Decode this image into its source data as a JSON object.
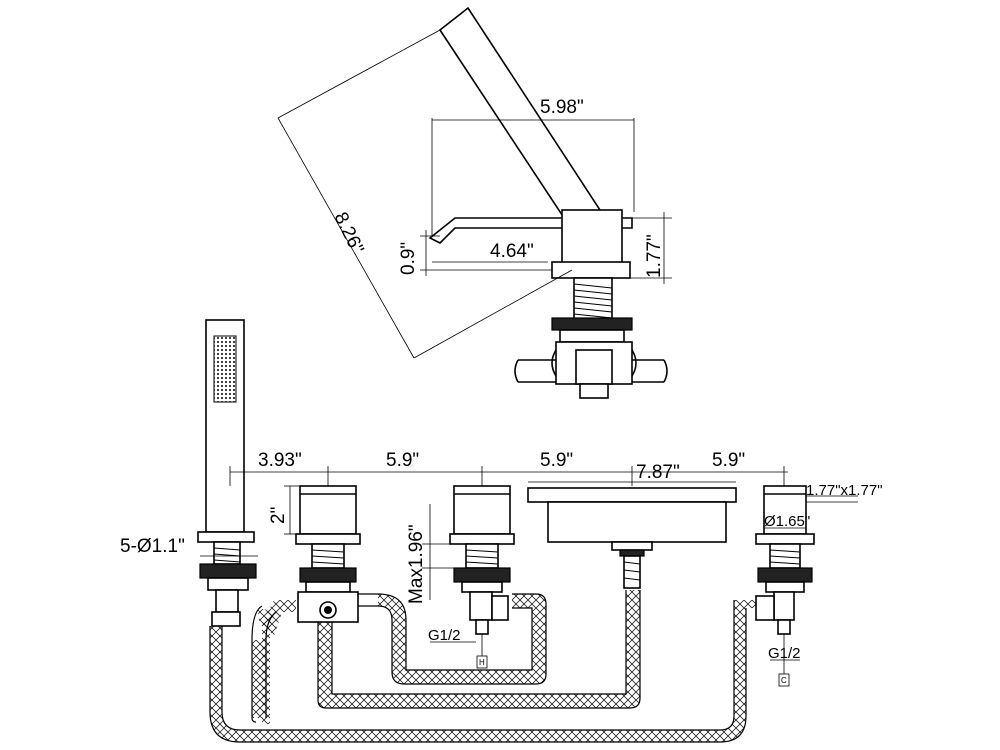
{
  "dimensions": {
    "spout_length": "8.26\"",
    "spout_reach": "5.98\"",
    "spout_outlet_reach": "4.64\"",
    "spout_outlet_height": "0.9\"",
    "spout_body_height": "1.77\"",
    "handshower_spacing": "3.93\"",
    "spacing_1": "5.9\"",
    "spacing_2": "5.9\"",
    "spacing_3": "5.9\"",
    "spout_width": "7.87\"",
    "handle_height": "2\"",
    "max_deck": "Max1.96\"",
    "hole_diameter": "5-Ø1.1\"",
    "handle_size": "1.77\"x1.77\"",
    "handle_diameter": "Ø1.65\"",
    "inlet_left": "G1/2",
    "inlet_right": "G1/2",
    "tag_hot": "H",
    "tag_cold": "C"
  }
}
